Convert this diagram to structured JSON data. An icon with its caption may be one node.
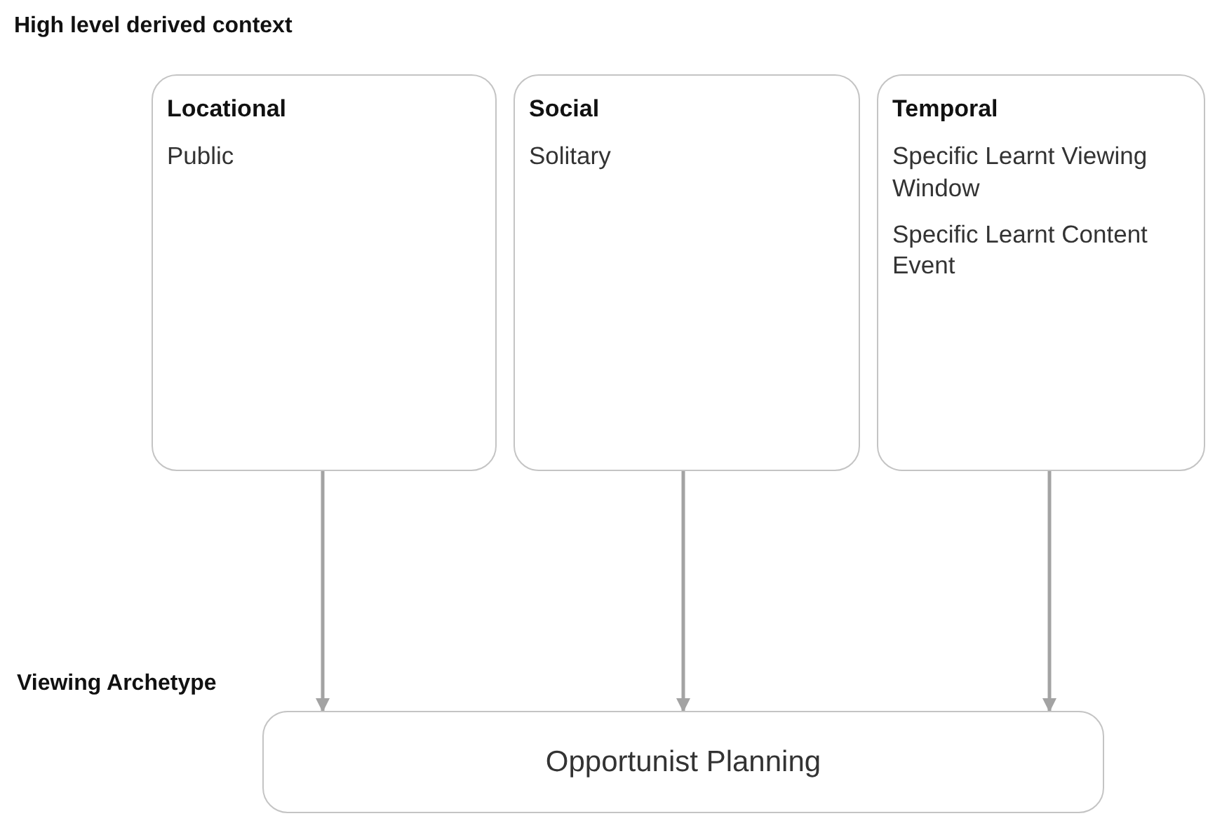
{
  "diagram": {
    "title": "High level derived context",
    "nodes": [
      {
        "text": [
          "Locational",
          "Public"
        ]
      },
      {
        "text": [
          "Social",
          "Solitary"
        ]
      },
      {
        "text": [
          "Temporal",
          "Specific Learnt Viewing Window",
          "Specific Learnt Content Event"
        ]
      },
      {
        "text": [
          "Opportunist Planning"
        ]
      }
    ],
    "edges": [
      {
        "from": 0,
        "to": 3,
        "arrow": "to"
      },
      {
        "from": 1,
        "to": 3,
        "arrow": "to"
      },
      {
        "from": 2,
        "to": 3,
        "arrow": "to"
      }
    ],
    "labels": [
      "Viewing Archetype"
    ]
  }
}
